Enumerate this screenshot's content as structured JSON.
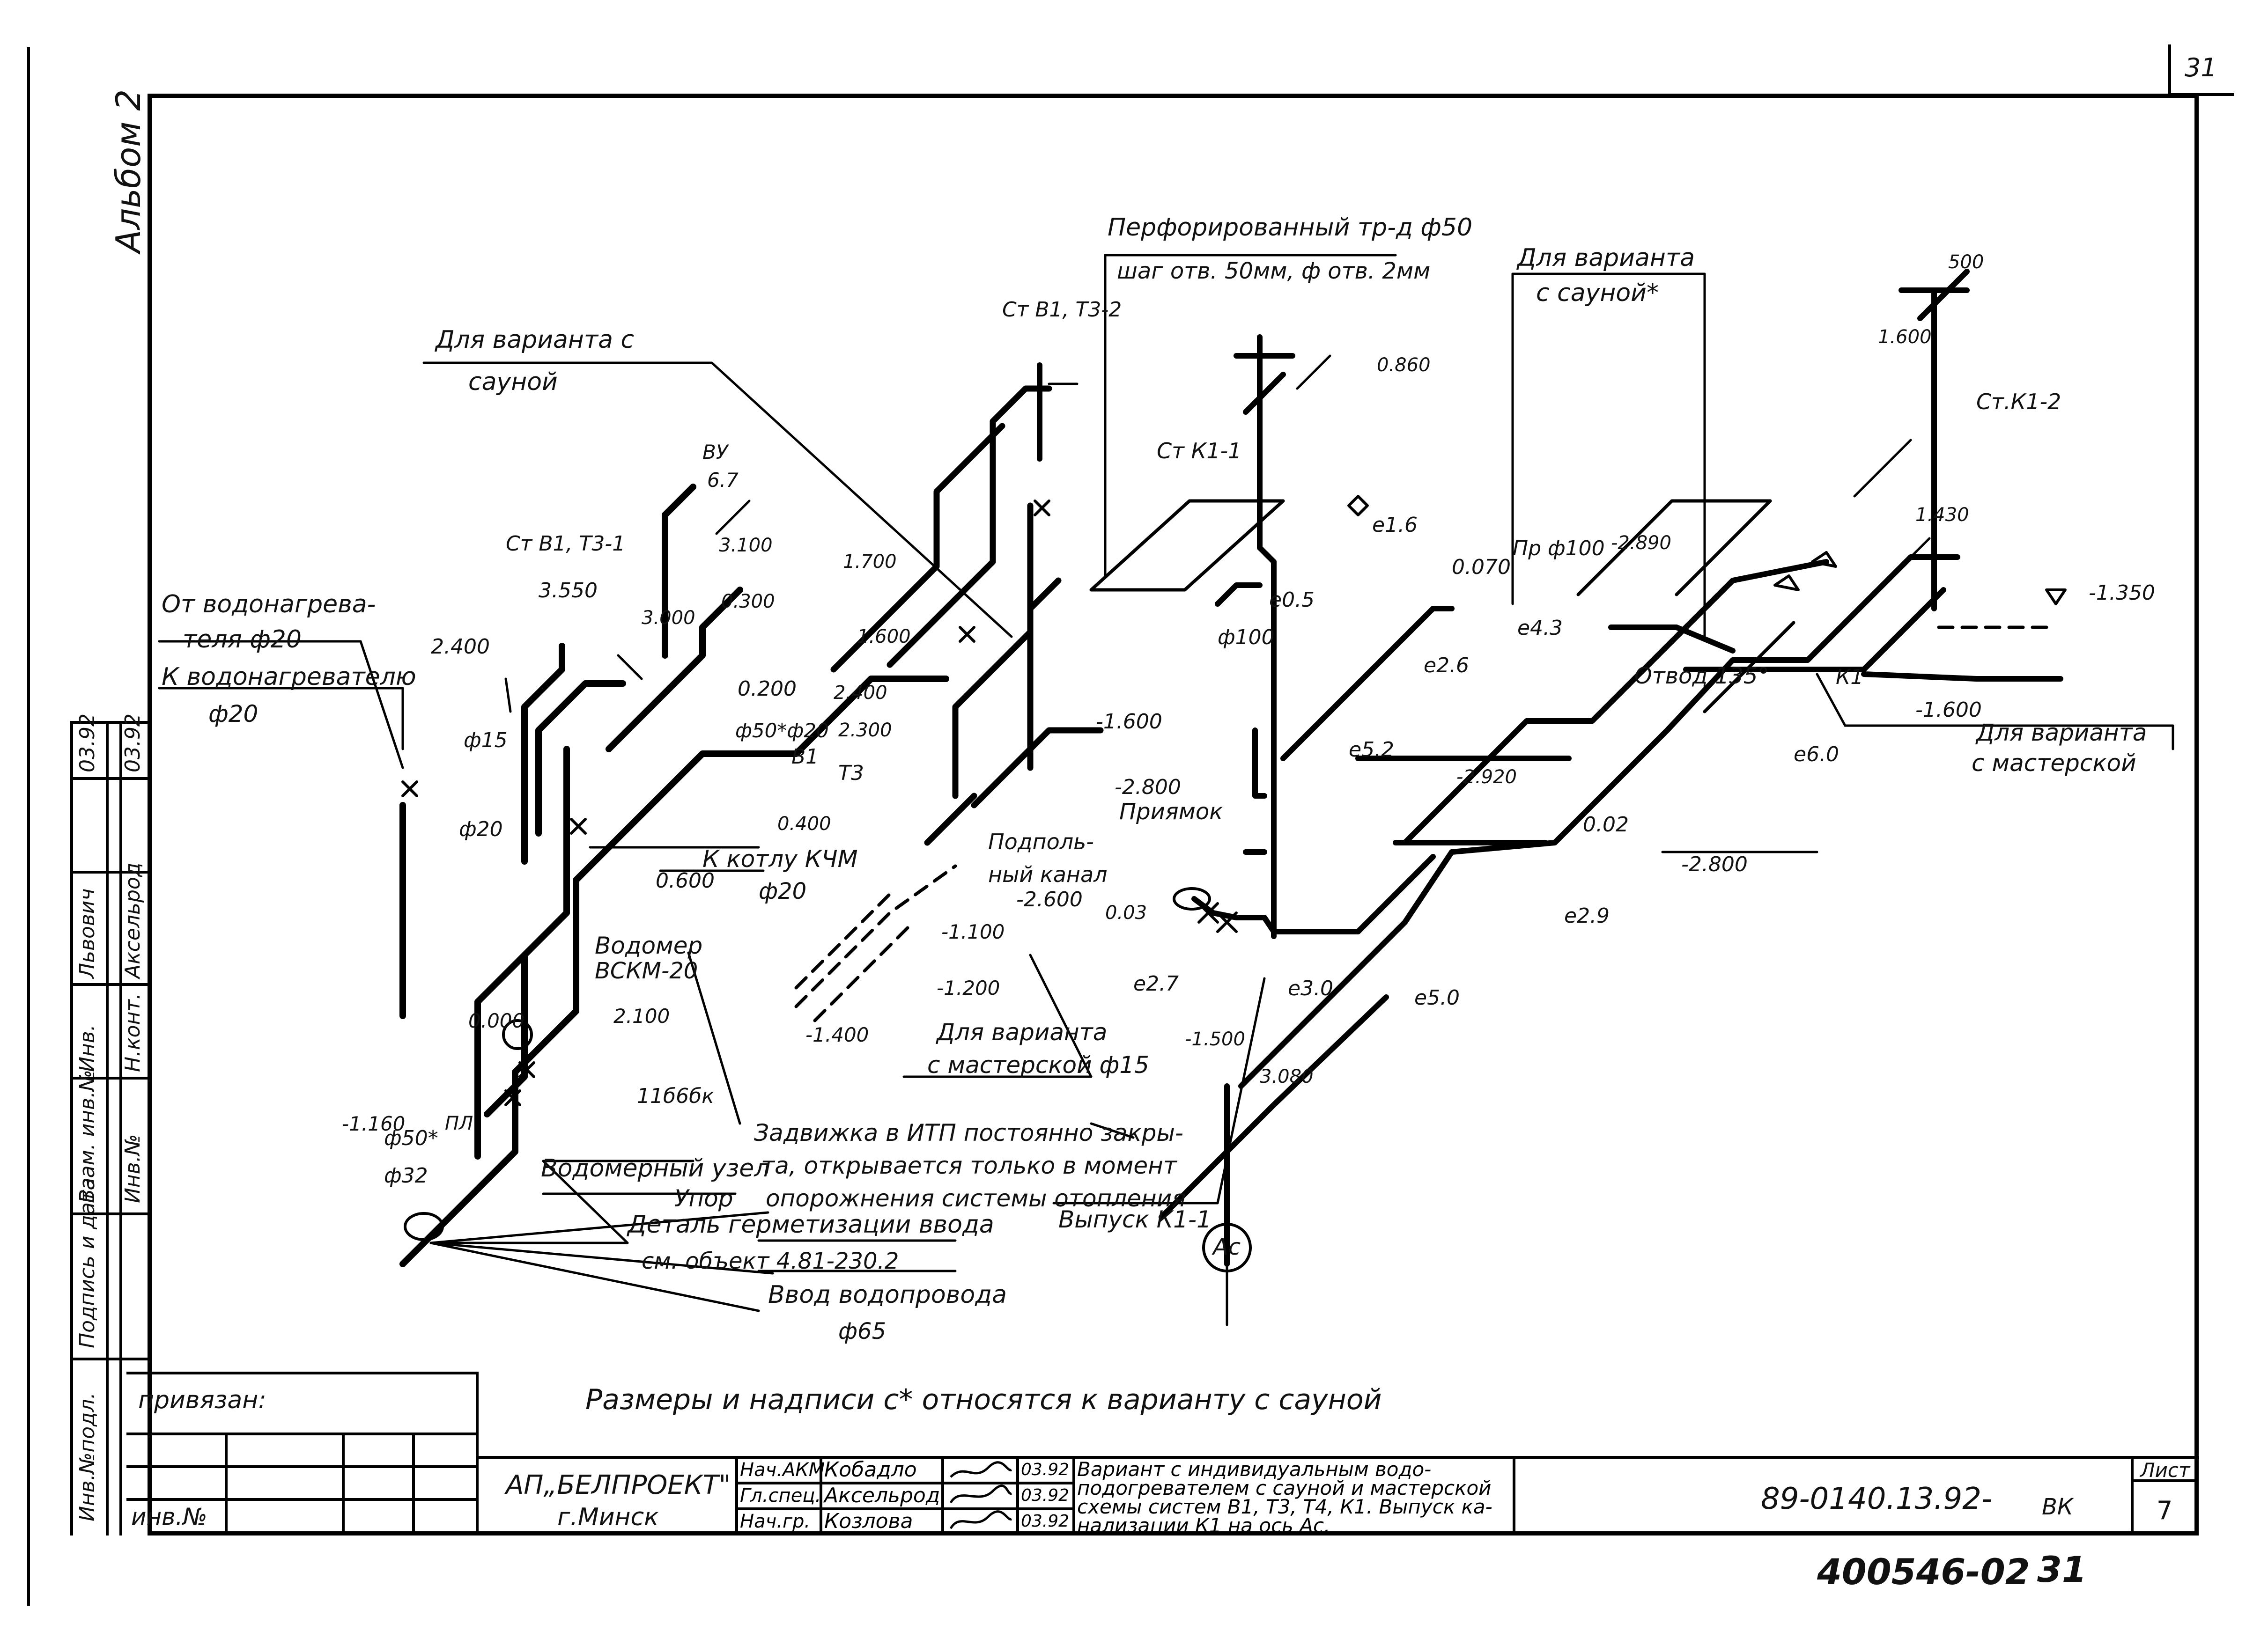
{
  "sheet_number_top": "31",
  "album": "Альбом 2",
  "title_note": "Размеры и надписи с* относятся к варианту с сауной",
  "binding": {
    "privyazan": "привязан:",
    "inv_no": "инв.№"
  },
  "side_stamp": {
    "col1": [
      "Инв.№подл.",
      "Подпись и дата",
      "Взам. инв.№",
      "Инв.",
      "Львович",
      "03.92"
    ],
    "col2": [
      "Инв.№",
      "Н.конт.",
      "Аксельрод",
      "03.92"
    ]
  },
  "title_block": {
    "org": "АП„БЕЛПРОЕКТ\"",
    "city": "г.Минск",
    "roles": [
      {
        "role": "Нач.АКМ",
        "name": "Кобадло",
        "date": "03.92"
      },
      {
        "role": "Гл.спец.",
        "name": "Аксельрод",
        "date": "03.92"
      },
      {
        "role": "Нач.гр.",
        "name": "Козлова",
        "date": "03.92"
      }
    ],
    "description": [
      "Вариант с индивидуальным водо-",
      "подогревателем с сауной и мастерской",
      "схемы систем В1, Т3, Т4, К1. Выпуск ка-",
      "нализации К1 на ось Ас."
    ],
    "code": "89-0140.13.92-",
    "code_suffix": "ВК",
    "sheet_label": "Лист",
    "sheet_value": "7",
    "archive_no": "400546-02",
    "archive_sheet": "31"
  },
  "callouts": {
    "perforated": "Перфорированный тр-д ф50",
    "perforated_2": "шаг отв. 50мм, ф отв. 2мм",
    "variant_sauna_left_1": "Для варианта с",
    "variant_sauna_left_2": "сауной",
    "variant_sauna_right_1": "Для варианта",
    "variant_sauna_right_2": "с сауной*",
    "from_heater_1": "От водонагрева-",
    "from_heater_2": "теля ф20",
    "to_heater": "К водонагревателю",
    "to_heater_d": "ф20",
    "to_boiler": "К котлу КЧМ",
    "to_boiler_d": "ф20",
    "vodomer_1": "Водомер",
    "vodomer_2": "ВСКМ-20",
    "vodomer_node": "Водомерный узел",
    "stop": "Упор",
    "detail_1": "Деталь герметизации ввода",
    "detail_2": "см. объект 4.81-230.2",
    "intake": "Ввод водопровода",
    "intake_d": "ф65",
    "valve_1": "Задвижка в ИТП постоянно закры-",
    "valve_2": "та, открывается только в момент",
    "valve_3": "опорожнения системы отопления",
    "outlet": "Выпуск К1-1",
    "pit": "Приямок",
    "channel_1": "Подполь-",
    "channel_2": "ный канал",
    "workshop_1": "Для варианта",
    "workshop_2": "с мастерской ф15",
    "workshop_right_1": "Для варианта",
    "workshop_right_2": "с мастерской",
    "axis": "Ас",
    "st_b1_t3_2": "Ст В1, Т3-2",
    "st_b1_t3_1": "Ст В1, Т3-1",
    "st_k1_1": "Ст К1-1",
    "st_k1_2": "Ст.К1-2"
  },
  "labels": [
    {
      "t": "3.550"
    },
    {
      "t": "2.400"
    },
    {
      "t": "ВУ"
    },
    {
      "t": "6.7"
    },
    {
      "t": "3.100"
    },
    {
      "t": "0.300"
    },
    {
      "t": "3.000"
    },
    {
      "t": "0.200"
    },
    {
      "t": "ф15"
    },
    {
      "t": "ф20"
    },
    {
      "t": "ф50*"
    },
    {
      "t": "ф50*ф20"
    },
    {
      "t": "0.600"
    },
    {
      "t": "0.400"
    },
    {
      "t": "0.000"
    },
    {
      "t": "2.100"
    },
    {
      "t": "-1.160"
    },
    {
      "t": "ф32"
    },
    {
      "t": "11б6бк"
    },
    {
      "t": "1.700"
    },
    {
      "t": "1.600"
    },
    {
      "t": "2.400"
    },
    {
      "t": "2.300"
    },
    {
      "t": "-1.600"
    },
    {
      "t": "-2.800"
    },
    {
      "t": "-2.600"
    },
    {
      "t": "-1.100"
    },
    {
      "t": "-1.200"
    },
    {
      "t": "-1.400"
    },
    {
      "t": "ф100"
    },
    {
      "t": "0.860"
    },
    {
      "t": "0.03"
    },
    {
      "t": "0.070"
    },
    {
      "t": "0.02"
    },
    {
      "t": "Пр ф100"
    },
    {
      "t": "е0.5"
    },
    {
      "t": "е1.6"
    },
    {
      "t": "е2.6"
    },
    {
      "t": "е4.3"
    },
    {
      "t": "е5.2"
    },
    {
      "t": "е6.0"
    },
    {
      "t": "е2.9"
    },
    {
      "t": "е2.7"
    },
    {
      "t": "е3.0"
    },
    {
      "t": "е5.0"
    },
    {
      "t": "Отвод 135°"
    },
    {
      "t": "-2.890"
    },
    {
      "t": "-2.920"
    },
    {
      "t": "-2.800"
    },
    {
      "t": "-1.500"
    },
    {
      "t": "3.080"
    },
    {
      "t": "1.430"
    },
    {
      "t": "-1.350"
    },
    {
      "t": "-1.600"
    },
    {
      "t": "500"
    },
    {
      "t": "1.600"
    },
    {
      "t": "К1"
    },
    {
      "t": "В1"
    },
    {
      "t": "Т3"
    },
    {
      "t": "ПЛ"
    }
  ]
}
